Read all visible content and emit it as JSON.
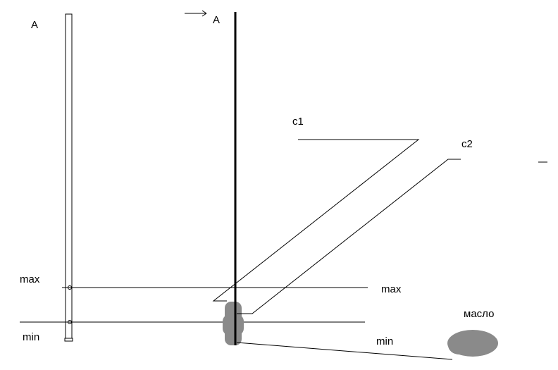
{
  "labels": {
    "a_left": "A",
    "a_right": "A",
    "c1": "c1",
    "c2": "c2",
    "max_left": "max",
    "min_left": "min",
    "max_right": "max",
    "min_right": "min",
    "oil": "масло"
  },
  "colors": {
    "line": "#000000",
    "gray": "#8a8a8a"
  }
}
